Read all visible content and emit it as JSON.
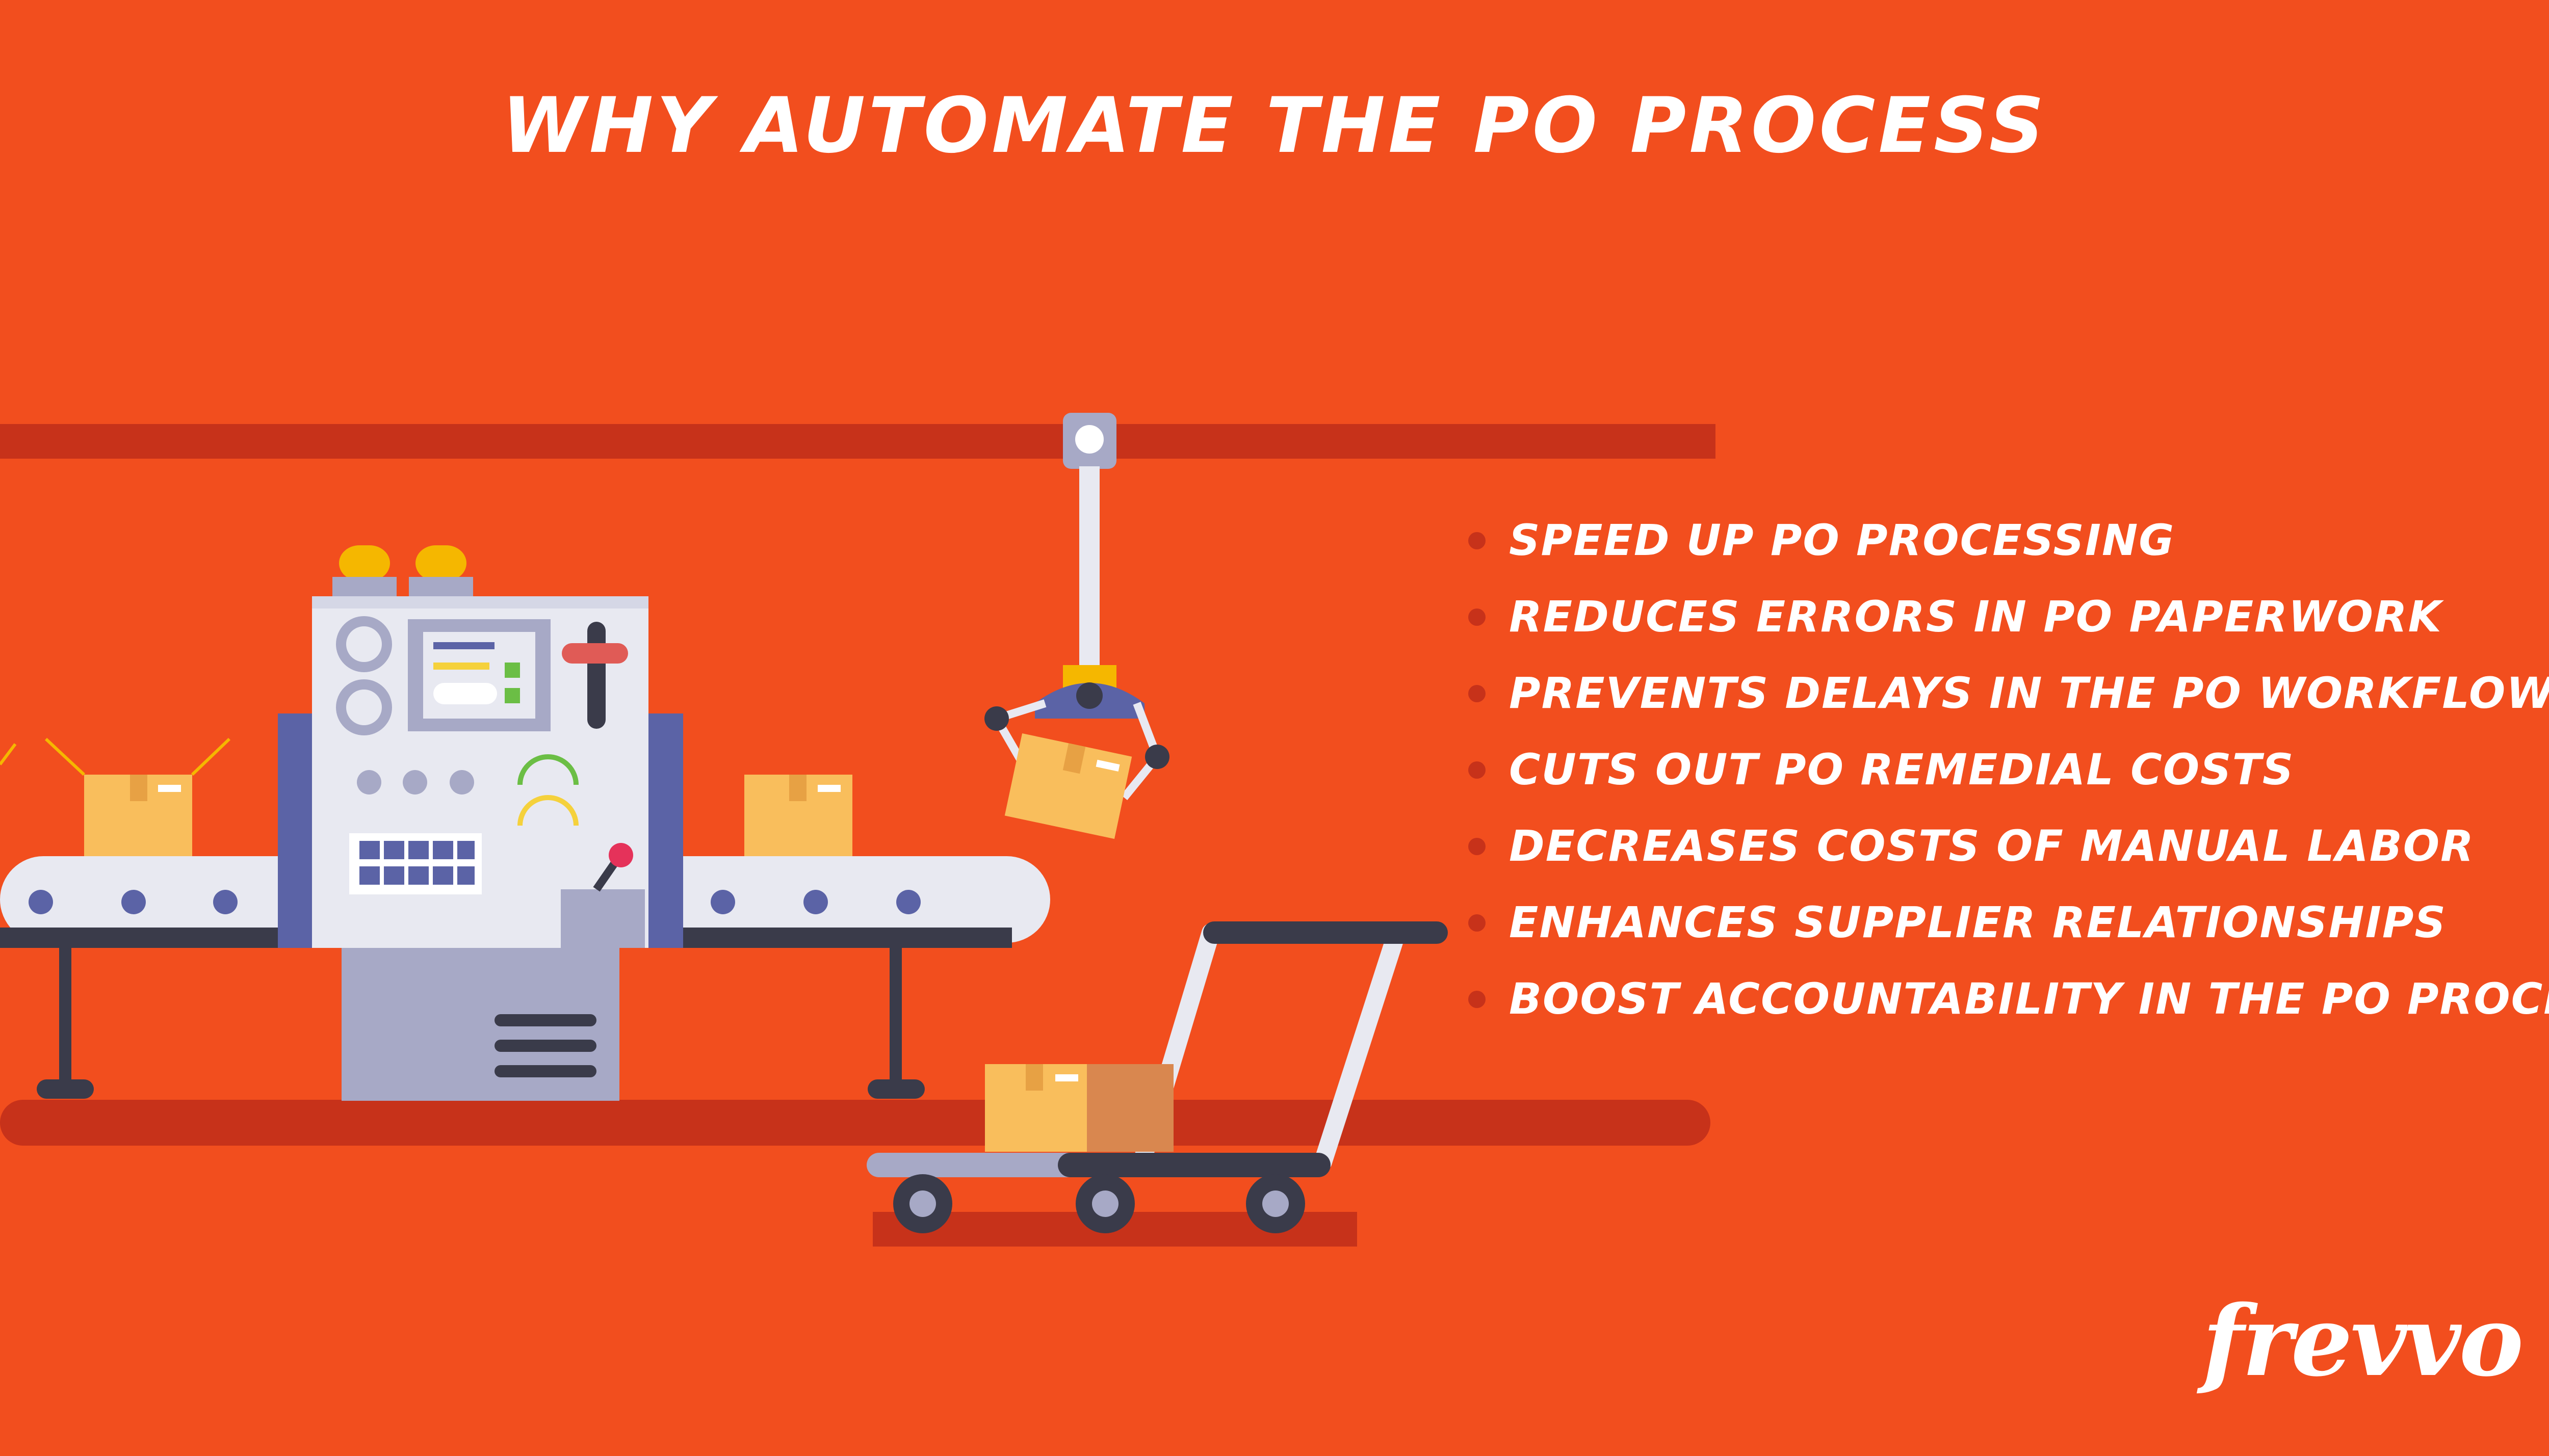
{
  "title": "WHY AUTOMATE THE PO PROCESS",
  "benefits": [
    "SPEED UP PO PROCESSING",
    "REDUCES ERRORS IN PO PAPERWORK",
    "PREVENTS DELAYS IN THE PO WORKFLOW",
    "CUTS OUT PO REMEDIAL COSTS",
    "DECREASES COSTS OF MANUAL LABOR",
    "ENHANCES SUPPLIER RELATIONSHIPS",
    "BOOST ACCOUNTABILITY IN THE PO PROCESS"
  ],
  "brand": {
    "logo_text": "frevvo"
  },
  "colors": {
    "background": "#F24E1E",
    "rail": "#C7321A",
    "machine_body": "#E8E9F1",
    "machine_side": "#5B63A6",
    "box": "#F9BE5C",
    "dark": "#3A3B4A"
  },
  "icons": [
    "conveyor-machine-icon",
    "robotic-claw-icon",
    "package-box-icon",
    "hand-truck-icon"
  ]
}
